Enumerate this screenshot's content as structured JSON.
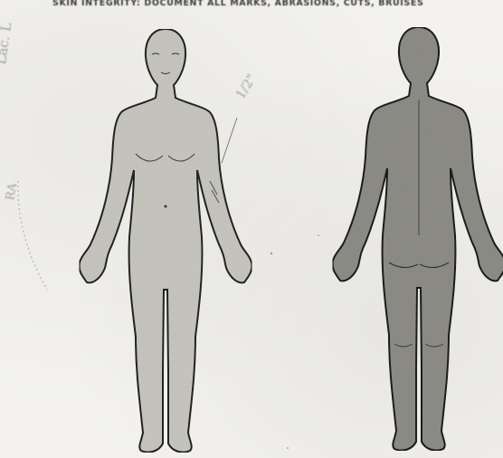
{
  "header": {
    "text": "SKIN INTEGRITY: DOCUMENT ALL MARKS, ABRASIONS, CUTS, BRUISES"
  },
  "handwriting": {
    "margin_note_1": "Lac. L",
    "margin_note_2": "RA",
    "arm_note": "1/2\""
  },
  "figures": {
    "front_label": "",
    "back_label": ""
  }
}
